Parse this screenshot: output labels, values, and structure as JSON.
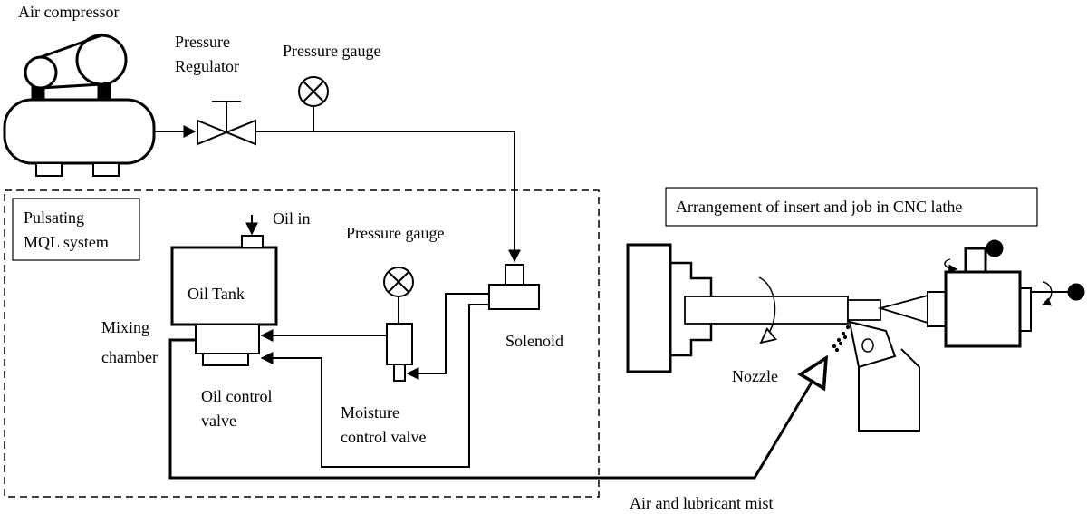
{
  "labels": {
    "air_compressor": "Air compressor",
    "pressure_regulator_line1": "Pressure",
    "pressure_regulator_line2": "Regulator",
    "pressure_gauge_top": "Pressure gauge",
    "pulsating_line1": "Pulsating",
    "pulsating_line2": "MQL system",
    "oil_in": "Oil in",
    "pressure_gauge_inner": "Pressure gauge",
    "oil_tank": "Oil Tank",
    "mixing_chamber_line1": "Mixing",
    "mixing_chamber_line2": "chamber",
    "solenoid": "Solenoid",
    "oil_control_valve_line1": "Oil control",
    "oil_control_valve_line2": "valve",
    "moisture_control_valve_line1": "Moisture",
    "moisture_control_valve_line2": "control valve",
    "arrangement": "Arrangement of insert and job in CNC lathe",
    "nozzle": "Nozzle",
    "air_lubricant_mist": "Air and lubricant mist"
  },
  "icons": {
    "compressor": "air-compressor-icon",
    "regulator": "valve-icon",
    "gauge": "pressure-gauge-icon",
    "solenoid": "solenoid-valve-icon",
    "chuck": "lathe-chuck-icon",
    "tailstock": "tailstock-icon",
    "tool": "cutting-insert-icon"
  },
  "colors": {
    "stroke": "#000000",
    "background": "#ffffff"
  }
}
